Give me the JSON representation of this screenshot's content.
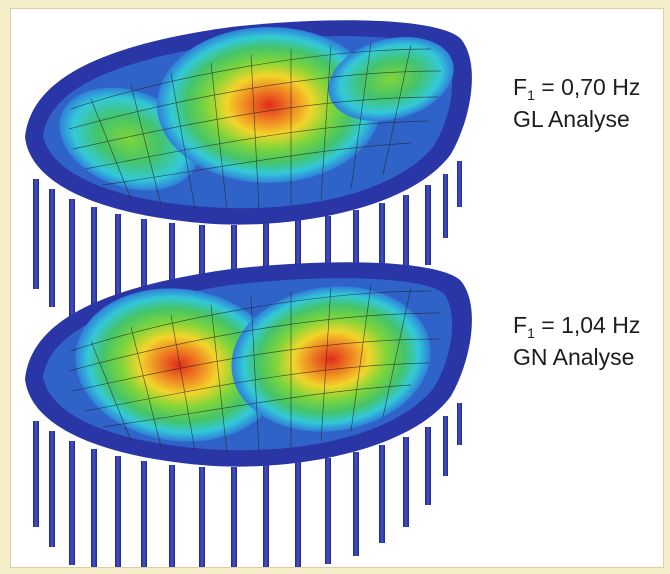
{
  "colors": {
    "background": "#f6eec9",
    "panel": "#ffffff",
    "structure": "#2b36a6",
    "contour": [
      "#2b36a6",
      "#2f7fd9",
      "#33c9d8",
      "#44c46a",
      "#7fd53a",
      "#f2d52a",
      "#f08a23",
      "#e12a1c"
    ]
  },
  "modes": [
    {
      "freq_symbol": "F",
      "freq_subscript": "1",
      "freq_value": "= 0,70 Hz",
      "analysis": "GL Analyse"
    },
    {
      "freq_symbol": "F",
      "freq_subscript": "1",
      "freq_value": "= 1,04 Hz",
      "analysis": "GN Analyse"
    }
  ]
}
